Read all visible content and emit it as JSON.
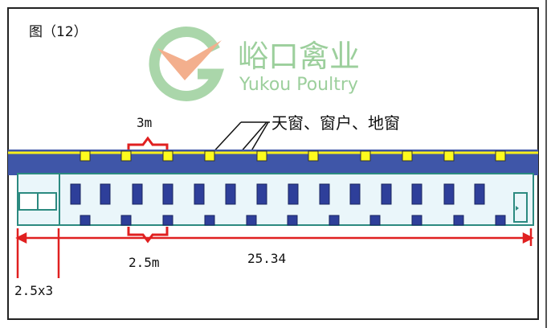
{
  "figure": {
    "label": "图（12）"
  },
  "watermark": {
    "brand_cn": "峪口禽业",
    "brand_en": "Yukou Poultry",
    "color_green": "#9ccf9c",
    "color_orange": "#f2a27a"
  },
  "annotations": {
    "windows_label": "天窗、窗户、地窗",
    "skylight_spacing": "3m",
    "floor_window_spacing": "2.5m",
    "house_length": "25.34",
    "end_room": "2.5x3"
  },
  "colors": {
    "roof_blue": "#3f56a8",
    "roof_yellow": "#f6ef1a",
    "house_fill": "#eaf6fa",
    "house_border": "#2c8a80",
    "window_blue": "#2e3f9a",
    "skylight_yellow": "#fdfb1e",
    "dimension_red": "#e02020"
  }
}
